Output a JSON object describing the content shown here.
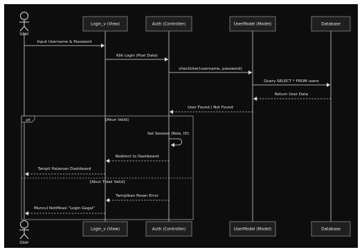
{
  "participants": [
    {
      "id": "user",
      "label": "User",
      "type": "actor"
    },
    {
      "id": "view",
      "label": "Login_v (View)",
      "type": "box"
    },
    {
      "id": "controller",
      "label": "Auth (Controller)",
      "type": "box"
    },
    {
      "id": "model",
      "label": "UserModel (Model)",
      "type": "box"
    },
    {
      "id": "db",
      "label": "Database",
      "type": "box"
    }
  ],
  "messages": [
    {
      "from": "user",
      "to": "view",
      "text": "Input Username & Password",
      "style": "solid"
    },
    {
      "from": "view",
      "to": "controller",
      "text": "Klik Login (Post Data)",
      "style": "solid"
    },
    {
      "from": "controller",
      "to": "model",
      "text": "checkUser(username, password)",
      "style": "solid"
    },
    {
      "from": "model",
      "to": "db",
      "text": "Query SELECT * FROM users",
      "style": "solid"
    },
    {
      "from": "db",
      "to": "model",
      "text": "Return User Data",
      "style": "dashed"
    },
    {
      "from": "model",
      "to": "controller",
      "text": "User Found / Not Found",
      "style": "dashed"
    },
    {
      "from": "controller",
      "to": "controller",
      "text": "Set Session (Role, ID)",
      "style": "self"
    },
    {
      "from": "controller",
      "to": "view",
      "text": "Redirect to Dashboard",
      "style": "dashed"
    },
    {
      "from": "view",
      "to": "user",
      "text": "Tampil Halaman Dashboard",
      "style": "dashed"
    },
    {
      "from": "controller",
      "to": "view",
      "text": "Tampilkan Pesan Error",
      "style": "dashed"
    },
    {
      "from": "view",
      "to": "user",
      "text": "Muncul Notifikasi \"Login Gagal\"",
      "style": "dashed"
    }
  ],
  "fragment": {
    "operator": "alt",
    "guards": [
      "[Akun Valid]",
      "[Akun Tidak Valid]"
    ]
  },
  "colors": {
    "background": "#0d0d0d",
    "box_fill": "#1f1f1f",
    "line": "#e0e0e0"
  }
}
